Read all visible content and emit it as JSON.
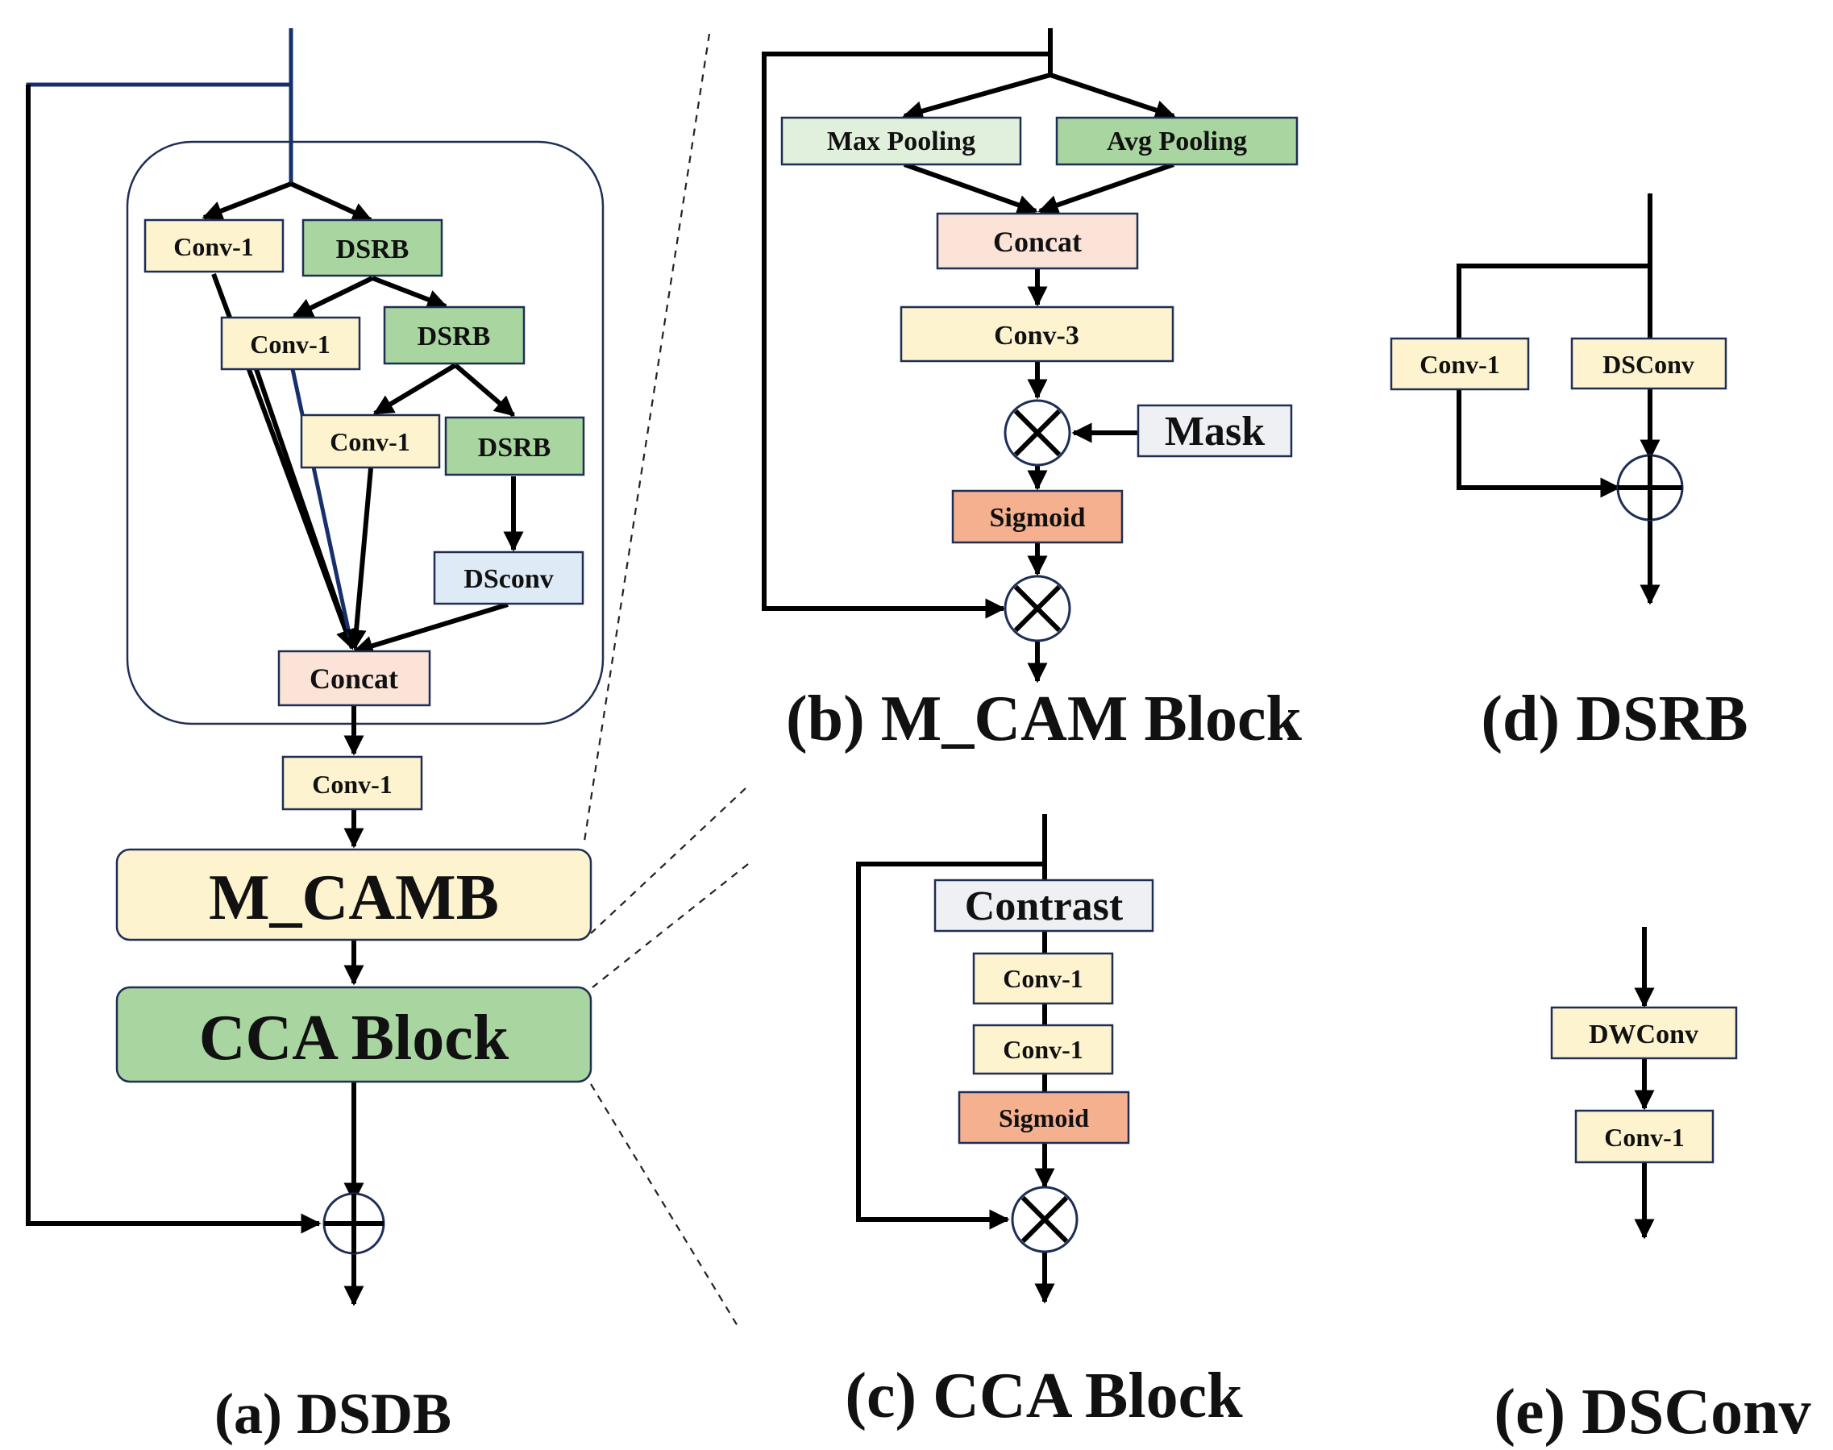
{
  "colors": {
    "yellow_box": "#fdf3cf",
    "green_box": "#a9d5a0",
    "light_green_box": "#e1f0dc",
    "pink_box": "#fbe3d8",
    "orange_box": "#f4b08f",
    "light_blue_box": "#deebf7",
    "gray_box": "#eef0f4",
    "border": "#1e2e55",
    "blue_wire": "#17306b"
  },
  "panel_a": {
    "caption": "(a) DSDB",
    "conv1_a": "Conv-1",
    "dsrb_a": "DSRB",
    "conv1_b": "Conv-1",
    "dsrb_b": "DSRB",
    "conv1_c": "Conv-1",
    "dsrb_c": "DSRB",
    "dsconv": "DSconv",
    "concat": "Concat",
    "conv1_out": "Conv-1",
    "m_camb": "M_CAMB",
    "cca_block": "CCA Block"
  },
  "panel_b": {
    "caption": "(b) M_CAM Block",
    "max_pooling": "Max Pooling",
    "avg_pooling": "Avg Pooling",
    "concat": "Concat",
    "conv3": "Conv-3",
    "mask": "Mask",
    "sigmoid": "Sigmoid"
  },
  "panel_c": {
    "caption": "(c) CCA Block",
    "contrast": "Contrast",
    "conv1_a": "Conv-1",
    "conv1_b": "Conv-1",
    "sigmoid": "Sigmoid"
  },
  "panel_d": {
    "caption": "(d) DSRB",
    "conv1": "Conv-1",
    "dsconv": "DSConv"
  },
  "panel_e": {
    "caption": "(e) DSConv",
    "dwconv": "DWConv",
    "conv1": "Conv-1"
  }
}
